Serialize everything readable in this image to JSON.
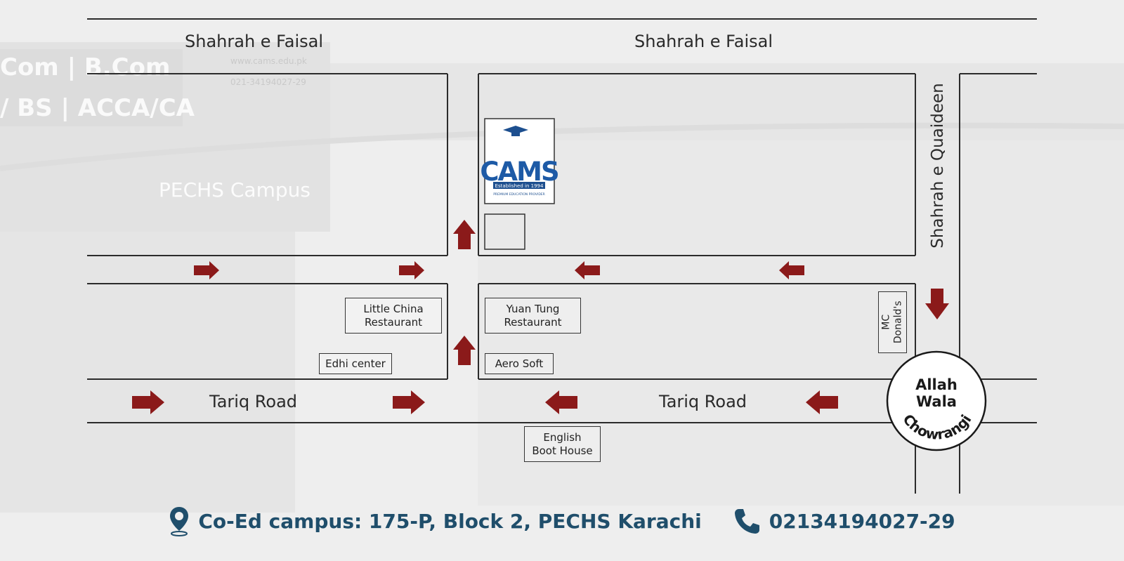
{
  "roads": {
    "top_left": "Shahrah e Faisal",
    "top_right": "Shahrah e Faisal",
    "right_vertical": "Shahrah e Quaideen",
    "bottom_left": "Tariq Road",
    "bottom_right": "Tariq Road"
  },
  "background_sign": {
    "line1": "Com | B.Com",
    "line2": "/ BS | ACCA/CA",
    "campus": "PECHS Campus",
    "web": "www.cams.edu.pk",
    "phone": "021-34194027-29"
  },
  "landmarks": {
    "little_china": [
      "Little China",
      "Restaurant"
    ],
    "yuan_tung": [
      "Yuan Tung",
      "Restaurant"
    ],
    "edhi": "Edhi center",
    "aero_soft": "Aero Soft",
    "mcdonalds": [
      "MC",
      "Donald's"
    ],
    "english_boot": [
      "English",
      "Boot House"
    ]
  },
  "roundabout": {
    "line1": "Allah",
    "line2": "Wala",
    "arc": "Chowrangi"
  },
  "logo": {
    "text": "CAMS",
    "sub1": "Established in 1994",
    "sub2": "PREMIUM EDUCATION PROVIDER"
  },
  "footer": {
    "address": "Co-Ed campus: 175-P, Block 2, PECHS Karachi",
    "phone": "02134194027-29",
    "address_icon": "map-pin-icon",
    "phone_icon": "phone-icon"
  },
  "colors": {
    "arrow": "#8b1a1a",
    "footer_text": "#1f4e6b",
    "logo_blue": "#1d5aa6"
  }
}
